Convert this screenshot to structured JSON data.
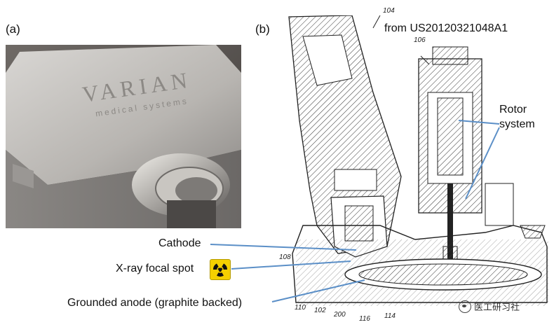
{
  "panels": {
    "a_label": "(a)",
    "b_label": "(b)"
  },
  "photo": {
    "logo_text": "VARIAN",
    "logo_subtext": "medical systems"
  },
  "drawing": {
    "source": "from US20120321048A1",
    "rotor_label": "Rotor\nsystem",
    "rotor_line1": "Rotor",
    "rotor_line2": "system",
    "refs": {
      "r104": "104",
      "r106": "106",
      "r108": "108",
      "r110": "110",
      "r102": "102",
      "r200": "200",
      "r116": "116",
      "r114": "114"
    }
  },
  "callouts": {
    "cathode": "Cathode",
    "focal_spot": "X-ray focal spot",
    "anode": "Grounded anode (graphite backed)"
  },
  "watermark": {
    "text": "医工研习社"
  },
  "colors": {
    "arrow": "#5b8fc7",
    "hatch": "#333333",
    "radiation_sign": "#f5d000"
  }
}
